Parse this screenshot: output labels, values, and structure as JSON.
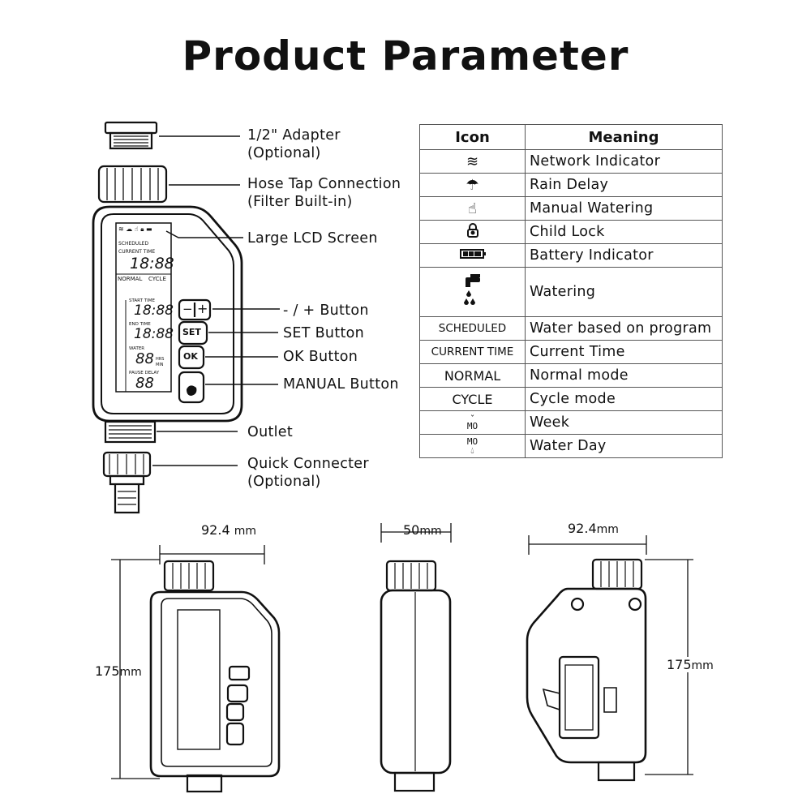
{
  "title": "Product Parameter",
  "callouts": [
    "1/2\" Adapter",
    "(Optional)",
    "Hose Tap Connection",
    "(Filter Built-in)",
    "Large LCD Screen",
    "- / + Button",
    "SET Button",
    "OK Button",
    "MANUAL Button",
    "Outlet",
    "Quick Connecter",
    "(Optional)"
  ],
  "lcd": {
    "scheduled": "SCHEDULED",
    "current_time": "CURRENT TIME",
    "time": "18:88",
    "normal": "NORMAL",
    "cycle": "CYCLE",
    "start_time": "START TIME",
    "end_time": "END TIME",
    "water": "WATER",
    "pause_delay": "PAUSE DELAY",
    "digits": "88",
    "hrs": "HRS",
    "min": "MIN"
  },
  "buttons": {
    "minus": "−",
    "plus": "+",
    "set": "SET",
    "ok": "OK"
  },
  "table": {
    "headers": [
      "Icon",
      "Meaning"
    ],
    "rows": [
      {
        "icon": "wifi-icon",
        "icon_text": "",
        "meaning": "Network Indicator"
      },
      {
        "icon": "rain-delay-icon",
        "icon_text": "",
        "meaning": "Rain Delay"
      },
      {
        "icon": "hand-icon",
        "icon_text": "",
        "meaning": "Manual Watering"
      },
      {
        "icon": "lock-icon",
        "icon_text": "",
        "meaning": "Child Lock"
      },
      {
        "icon": "battery-icon",
        "icon_text": "",
        "meaning": "Battery Indicator"
      },
      {
        "icon": "faucet-icon",
        "icon_text": "",
        "meaning": "Watering"
      },
      {
        "icon": "",
        "icon_text": "SCHEDULED",
        "meaning": "Water based on program"
      },
      {
        "icon": "",
        "icon_text": "CURRENT TIME",
        "meaning": "Current Time"
      },
      {
        "icon": "",
        "icon_text": "NORMAL",
        "meaning": "Normal mode"
      },
      {
        "icon": "",
        "icon_text": "CYCLE",
        "meaning": "Cycle mode"
      },
      {
        "icon": "week-icon",
        "icon_text": "MO",
        "meaning": "Week"
      },
      {
        "icon": "water-day-icon",
        "icon_text": "MO",
        "meaning": "Water Day"
      }
    ]
  },
  "dimensions": {
    "front_width": "92.4",
    "side_width": "50",
    "back_width": "92.4",
    "height_left": "175",
    "height_right": "175",
    "unit": "mm"
  }
}
